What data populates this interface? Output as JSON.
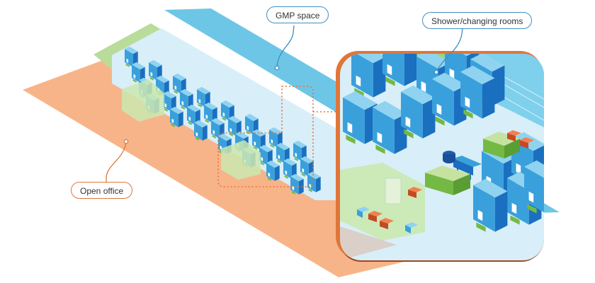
{
  "labels": {
    "gmp": "GMP space",
    "shower": "Shower/changing rooms",
    "open_office": "Open office"
  },
  "colors": {
    "open_office": "#f8b489",
    "gmp": "#6ec6e6",
    "green_zone": "#b9dc9a",
    "floor": "#d8eef8",
    "booth_light": "#8fd3f0",
    "booth_mid": "#3aa0dc",
    "booth_dark": "#1b6fbf",
    "chair": "#e8673a",
    "accent": "#e07037"
  },
  "icons": [
    "desk-icon",
    "chair-icon",
    "sofa-icon",
    "stool-icon"
  ]
}
